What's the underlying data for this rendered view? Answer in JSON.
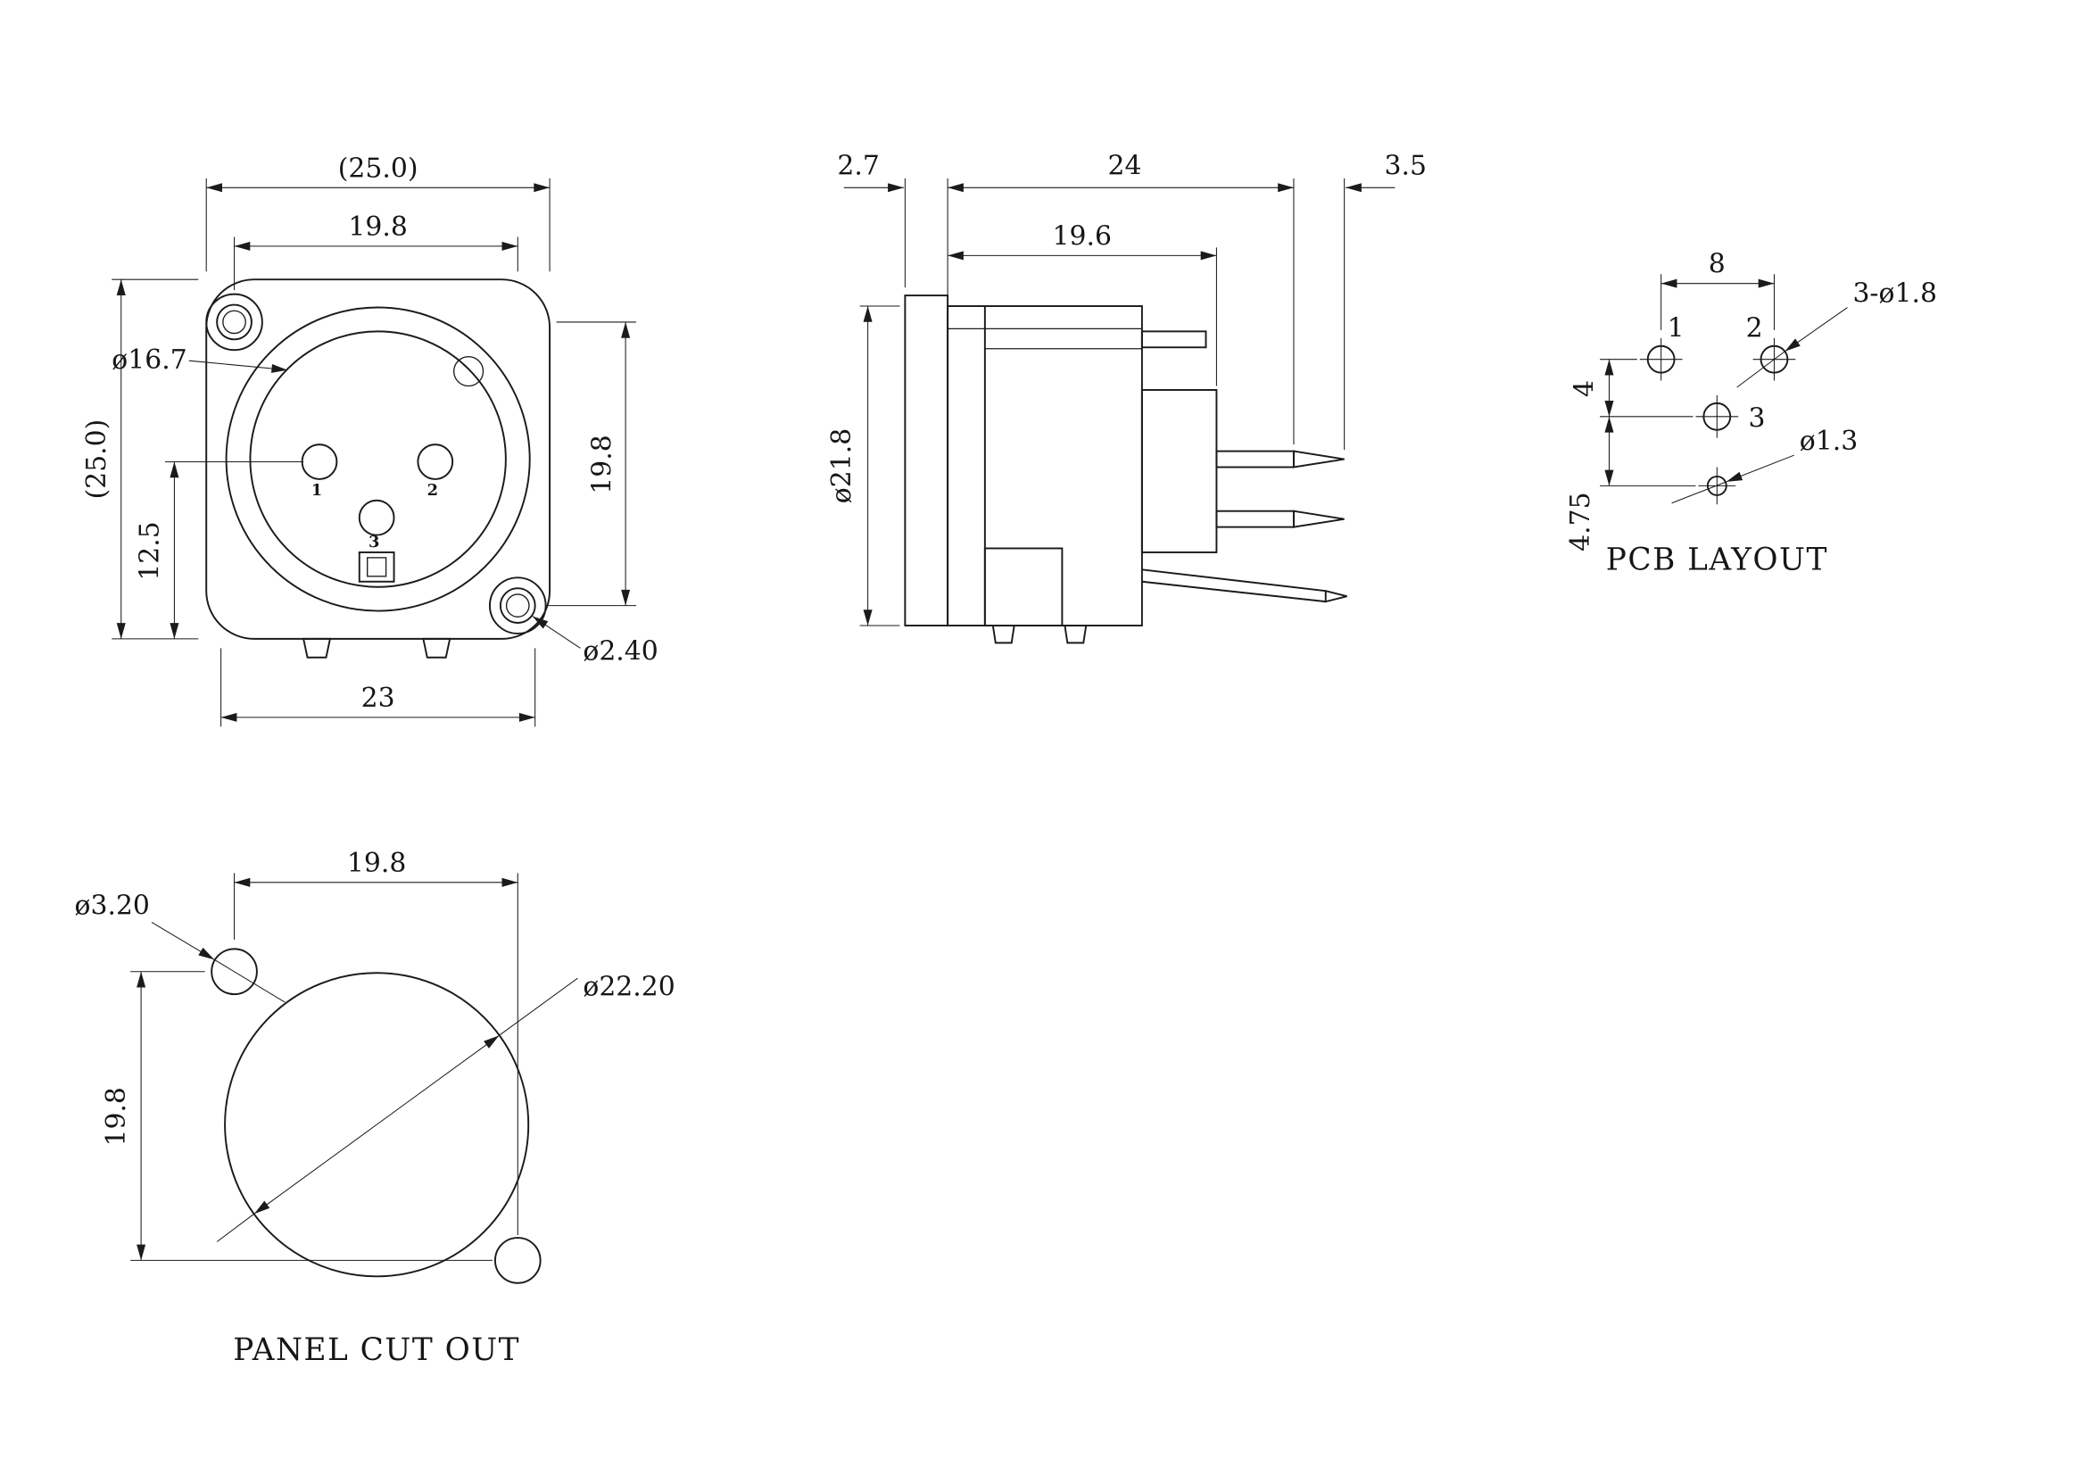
{
  "colors": {
    "ink": "#1b1b1b",
    "background": "#ffffff"
  },
  "drawing": {
    "front_view": {
      "dim_overall_width": "(25.0)",
      "dim_mount_hole_spacing_h": "19.8",
      "dim_overall_height": "(25.0)",
      "dim_insert_dia": "ø16.7",
      "dim_pin_row_offset": "12.5",
      "dim_mount_hole_spacing_v": "19.8",
      "dim_body_width": "23",
      "dim_mount_hole_dia": "ø2.40",
      "pin1": "1",
      "pin2": "2",
      "pin3": "3"
    },
    "side_view": {
      "dim_flange_thickness": "2.7",
      "dim_body_length": "24",
      "dim_pin_tip_length": "3.5",
      "dim_housing_length": "19.6",
      "dim_body_dia": "ø21.8"
    },
    "pcb_layout": {
      "caption": "PCB LAYOUT",
      "dim_pad_pitch_h": "8",
      "dim_pad_holes": "3-ø1.8",
      "dim_pad_pitch_v": "4",
      "dim_ground_pitch_v": "4.75",
      "dim_ground_hole_dia": "ø1.3",
      "pad1": "1",
      "pad2": "2",
      "pad3": "3"
    },
    "panel_cutout": {
      "caption": "PANEL CUT OUT",
      "dim_hole_spacing_h": "19.8",
      "dim_hole_spacing_v": "19.8",
      "dim_small_hole_dia": "ø3.20",
      "dim_cutout_dia": "ø22.20"
    }
  }
}
